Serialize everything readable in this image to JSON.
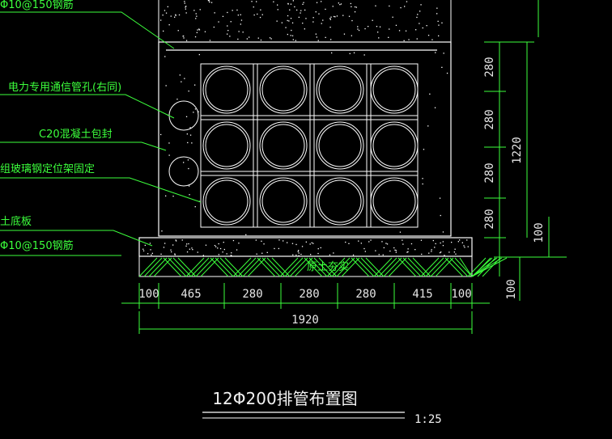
{
  "labels": {
    "rebar_top": "Φ10@150钢筋",
    "comm_hole": "电力专用通信管孔(右同)",
    "concrete_wrap": "C20混凝土包封",
    "frame": "组玻璃钢定位架固定",
    "base_plate": "土底板",
    "rebar_bottom": "Φ10@150钢筋",
    "soil": "原土夯实"
  },
  "dims_bottom": [
    "100",
    "465",
    "280",
    "280",
    "280",
    "415",
    "100"
  ],
  "dim_total": "1920",
  "dims_right": [
    "280",
    "280",
    "280",
    "280"
  ],
  "dim_right_total": "1220",
  "dims_base": [
    "100",
    "100"
  ],
  "title": "12Φ200排管布置图",
  "scale": "1:25",
  "colors": {
    "background": "#000000",
    "lines": "#ffffff",
    "labels": "#3cff3c",
    "dims": "#3cff3c"
  }
}
